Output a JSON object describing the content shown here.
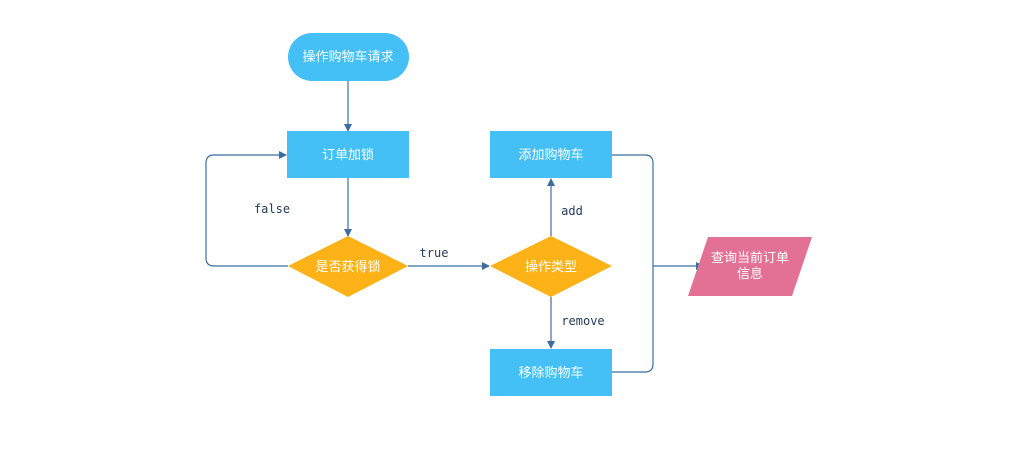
{
  "colors": {
    "process": "#44c0f7",
    "decision": "#fdb218",
    "data": "#e37195",
    "edge": "#3b6e9e",
    "label": "#1f3b57",
    "node_text": "#ffffff"
  },
  "nodes": {
    "start": {
      "label": "操作购物车请求",
      "shape": "terminator"
    },
    "lock_order": {
      "label": "订单加锁",
      "shape": "process"
    },
    "lock_decision": {
      "label": "是否获得锁",
      "shape": "decision"
    },
    "operation_type": {
      "label": "操作类型",
      "shape": "decision"
    },
    "add_to_cart": {
      "label": "添加购物车",
      "shape": "process"
    },
    "remove_from_cart": {
      "label": "移除购物车",
      "shape": "process"
    },
    "query_order": {
      "label_line1": "查询当前订单",
      "label_line2": "信息",
      "shape": "data"
    }
  },
  "edges": {
    "start_to_lock": {
      "from": "start",
      "to": "lock_order",
      "label": ""
    },
    "lock_to_decision": {
      "from": "lock_order",
      "to": "lock_decision",
      "label": ""
    },
    "false_loop": {
      "from": "lock_decision",
      "to": "lock_order",
      "label": "false"
    },
    "true_branch": {
      "from": "lock_decision",
      "to": "operation_type",
      "label": "true"
    },
    "add_branch": {
      "from": "operation_type",
      "to": "add_to_cart",
      "label": "add"
    },
    "remove_branch": {
      "from": "operation_type",
      "to": "remove_from_cart",
      "label": "remove"
    },
    "add_to_query": {
      "from": "add_to_cart",
      "to": "query_order",
      "label": ""
    },
    "remove_to_query": {
      "from": "remove_from_cart",
      "to": "query_order",
      "label": ""
    }
  }
}
